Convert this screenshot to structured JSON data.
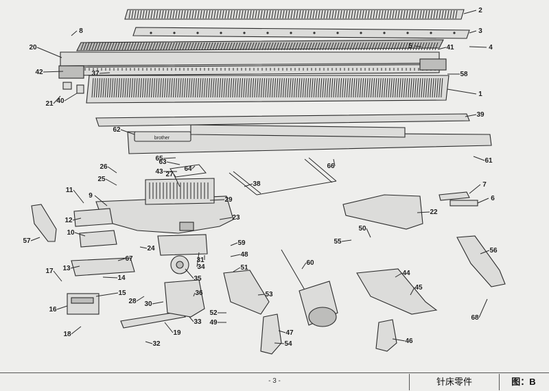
{
  "footer": {
    "page_number": "- 3 -",
    "title": "针床零件",
    "figure": "图：B"
  },
  "brand_plate": "brother",
  "callouts": [
    "1",
    "2",
    "3",
    "4",
    "5",
    "6",
    "7",
    "8",
    "9",
    "10",
    "11",
    "12",
    "13",
    "14",
    "15",
    "16",
    "17",
    "18",
    "19",
    "20",
    "21",
    "22",
    "23",
    "24",
    "25",
    "26",
    "27",
    "28",
    "29",
    "30",
    "31",
    "32",
    "33",
    "34",
    "35",
    "36",
    "37",
    "38",
    "39",
    "40",
    "41",
    "42",
    "43",
    "44",
    "45",
    "46",
    "47",
    "48",
    "49",
    "50",
    "51",
    "52",
    "53",
    "54",
    "55",
    "56",
    "57",
    "58",
    "59",
    "60",
    "61",
    "62",
    "63",
    "64",
    "65",
    "66",
    "67",
    "68"
  ]
}
